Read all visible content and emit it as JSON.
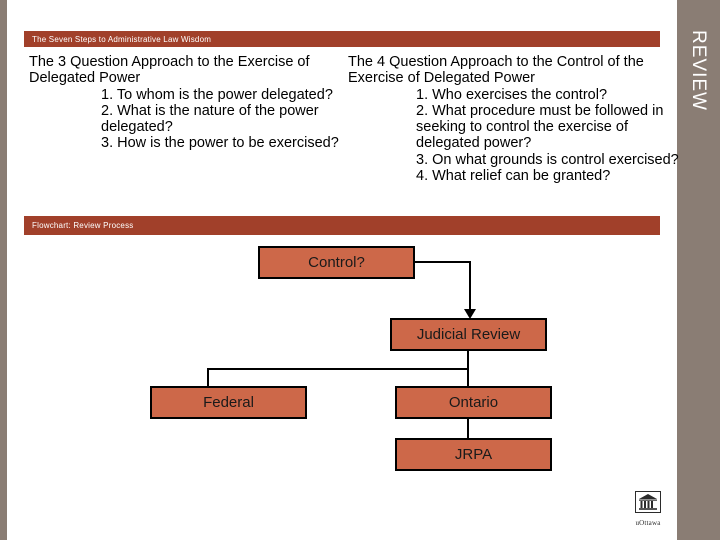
{
  "slide": {
    "sidebar_label": "REVIEW",
    "colors": {
      "header_bar": "#a1402a",
      "node_fill": "#cd6849",
      "edge_strip": "#8a7d74",
      "node_border": "#000000",
      "background": "#ffffff"
    }
  },
  "sections": {
    "steps_bar_title": "The Seven Steps to Administrative Law Wisdom",
    "flowchart_bar_title": "Flowchart: Review Process"
  },
  "columns": {
    "left": {
      "heading": "The 3 Question Approach to the Exercise of Delegated Power",
      "items": [
        "1. To whom is the power delegated?",
        "2. What is the nature of the power delegated?",
        "3. How is the power to be exercised?"
      ]
    },
    "right": {
      "heading": "The 4 Question Approach to the Control of the Exercise of Delegated Power",
      "items": [
        "1. Who exercises the control?",
        "2. What procedure must be followed in seeking to control the exercise of delegated power?",
        "3. On what grounds is control exercised?",
        "4. What relief can be granted?"
      ]
    }
  },
  "flowchart": {
    "nodes": [
      {
        "id": "control",
        "label": "Control?"
      },
      {
        "id": "judicial",
        "label": "Judicial Review"
      },
      {
        "id": "federal",
        "label": "Federal"
      },
      {
        "id": "ontario",
        "label": "Ontario"
      },
      {
        "id": "jrpa",
        "label": "JRPA"
      }
    ]
  },
  "logo": {
    "wordmark": "uOttawa",
    "mark": "university-building-icon"
  }
}
